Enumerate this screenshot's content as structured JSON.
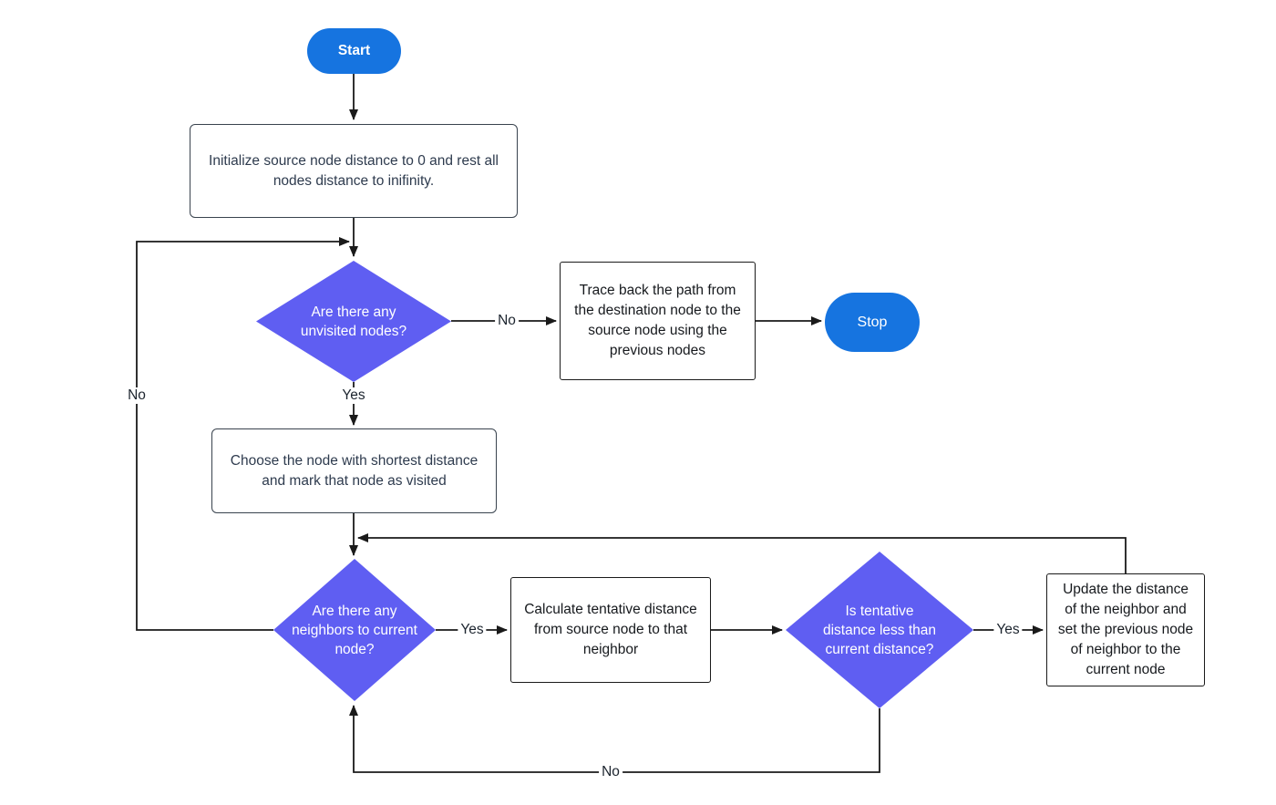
{
  "flowchart": {
    "nodes": {
      "start": "Start",
      "init": "Initialize source node distance  to 0 and rest all\nnodes distance to inifinity.",
      "unvisited": "Are there any\nunvisited nodes?",
      "trace": "Trace back the path from\nthe destination node to the\nsource node using the\nprevious nodes",
      "stop": "Stop",
      "choose": "Choose the node with shortest distance\nand mark that node as visited",
      "neighbors": "Are there any\nneighbors to current\nnode?",
      "calculate": "Calculate tentative distance\nfrom source node to that\nneighbor",
      "tentative": "Is tentative\ndistance less than\ncurrent distance?",
      "update": "Update the distance\nof the neighbor and\nset the previous node\nof neighbor to the\ncurrent node"
    },
    "edge_labels": {
      "unvisited_no": "No",
      "unvisited_yes": "Yes",
      "neighbors_no": "No",
      "neighbors_yes": "Yes",
      "tentative_no": "No",
      "tentative_yes": "Yes"
    },
    "colors": {
      "terminal_fill": "#1674E0",
      "decision_fill": "#5F5EF2",
      "line_color": "#1A1A1A",
      "process_text": "#2E3B4E"
    }
  }
}
